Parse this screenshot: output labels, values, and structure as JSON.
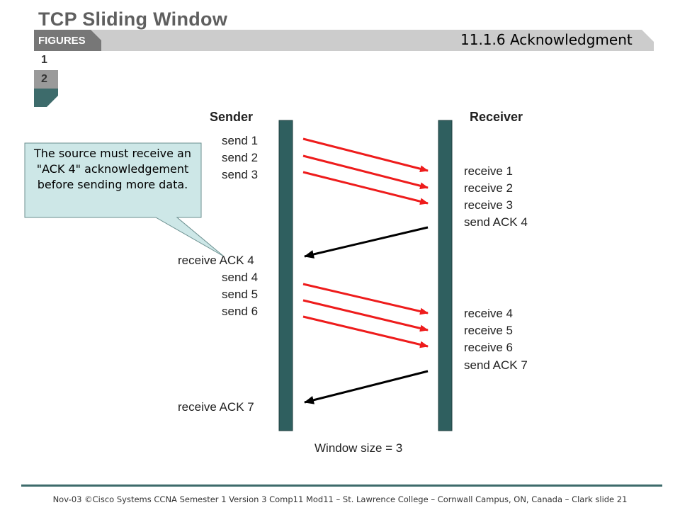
{
  "header": {
    "title": "TCP Sliding Window",
    "figures_tab": "FIGURES",
    "section": "11.1.6   Acknowledgment"
  },
  "side_tabs": [
    "1",
    "2"
  ],
  "diagram": {
    "sender_label": "Sender",
    "receiver_label": "Receiver",
    "sender_events": {
      "s1": "send 1",
      "s2": "send 2",
      "s3": "send 3",
      "ra4": "receive ACK 4",
      "s4": "send 4",
      "s5": "send 5",
      "s6": "send 6",
      "ra7": "receive ACK 7"
    },
    "receiver_events": {
      "r1": "receive 1",
      "r2": "receive 2",
      "r3": "receive 3",
      "sa4": "send ACK 4",
      "r4": "receive 4",
      "r5": "receive 5",
      "r6": "receive 6",
      "sa7": "send ACK 7"
    },
    "window_size": "Window size = 3"
  },
  "callout": "The source must receive an \"ACK 4\" acknowledgement before sending more data.",
  "colors": {
    "bar": "#2f5f5f",
    "data_arrow": "#ee1c1c",
    "ack_arrow": "#000000",
    "callout_fill": "#cde7e7"
  },
  "footer": "Nov-03 ©Cisco Systems CCNA Semester 1 Version 3 Comp11 Mod11 – St. Lawrence College – Cornwall Campus, ON, Canada – Clark slide 21"
}
